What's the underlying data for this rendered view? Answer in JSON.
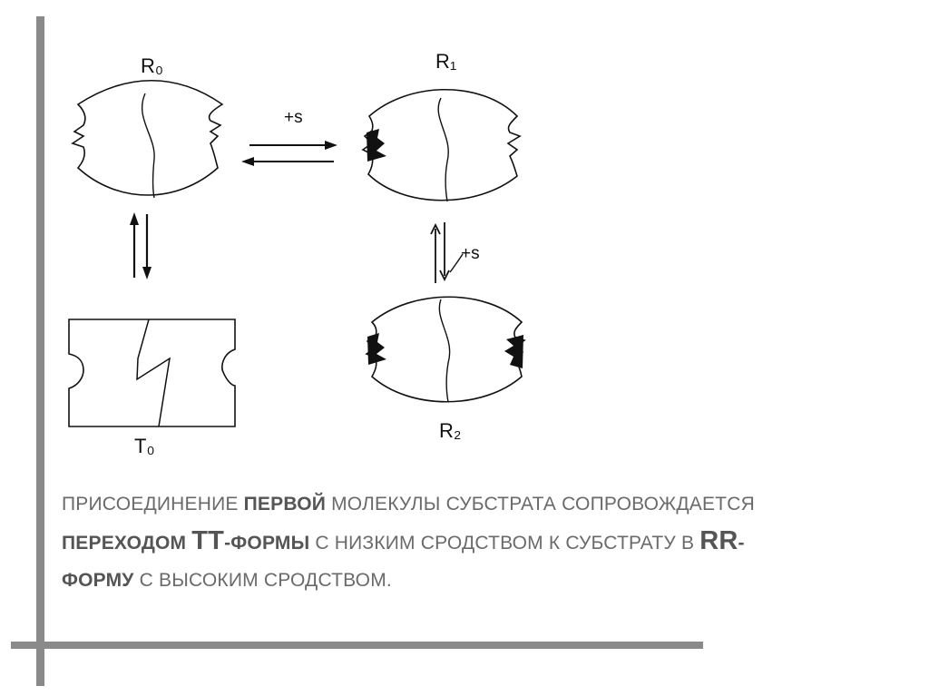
{
  "diagram": {
    "labels": {
      "r0": "R₀",
      "r1": "R₁",
      "r2": "R₂",
      "t0": "T₀"
    },
    "arrows": {
      "r0_r1": "+s",
      "r1_r2": "+s"
    }
  },
  "caption": {
    "line1_part1": "ПРИСОЕДИНЕНИЕ ",
    "line1_bold": "ПЕРВОЙ",
    "line1_part2": " МОЛЕКУЛЫ СУБСТРАТА СОПРОВОЖДАЕТСЯ",
    "line2_bold1": "ПЕРЕХОДОМ ",
    "line2_big1": "TT",
    "line2_bold2": "-ФОРМЫ",
    "line2_part": " С НИЗКИМ СРОДСТВОМ К СУБСТРАТУ В ",
    "line2_big2": "RR",
    "line2_dash": "-",
    "line3_bold": "ФОРМУ",
    "line3_part": " С ВЫСОКИМ СРОДСТВОМ."
  }
}
